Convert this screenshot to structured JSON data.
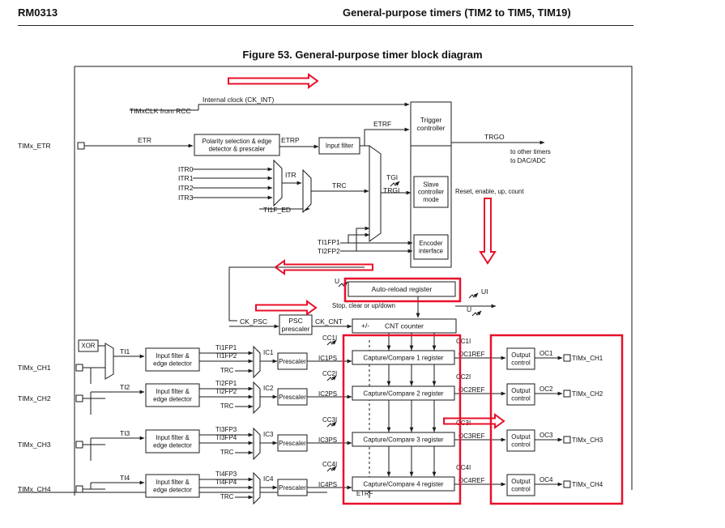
{
  "header": {
    "doc_id": "RM0313",
    "section_title": "General-purpose timers (TIM2 to TIM5, TIM19)"
  },
  "figure": {
    "title": "Figure 53. General-purpose timer block diagram"
  },
  "diagram": {
    "signals": {
      "internal_clock": "Internal clock (CK_INT)",
      "timxclk": "TIMxCLK from RCC",
      "etr_pin": "TIMx_ETR",
      "etr": "ETR",
      "etrp": "ETRP",
      "etrf": "ETRF",
      "trgo": "TRGO",
      "to_other": "to other timers",
      "to_dac": "to DAC/ADC",
      "itr0": "ITR0",
      "itr1": "ITR1",
      "itr2": "ITR2",
      "itr3": "ITR3",
      "itr": "ITR",
      "trc": "TRC",
      "tgi": "TGI",
      "trgi": "TRGI",
      "ti1f_ed": "TI1F_ED",
      "reset": "Reset, enable, up, count",
      "ti1fp1": "TI1FP1",
      "ti2fp2": "TI2FP2",
      "u": "U",
      "ui": "UI",
      "stop": "Stop, clear or up/down",
      "ck_psc": "CK_PSC",
      "ck_cnt": "CK_CNT",
      "etrf_bottom": "ETRF"
    },
    "blocks": {
      "polarity": [
        "Polarity selection & edge",
        "detector & prescaler"
      ],
      "input_filter": "Input filter",
      "trigger": [
        "Trigger",
        "controller"
      ],
      "slave": [
        "Slave",
        "controller",
        "mode"
      ],
      "encoder": [
        "Encoder",
        "interface"
      ],
      "autoreload": "Auto-reload register",
      "psc": [
        "PSC",
        "prescaler"
      ],
      "cnt": "CNT counter",
      "cnt_sign": "+/-",
      "xor": "XOR"
    },
    "channels": [
      {
        "pin": "TIMx_CH1",
        "ti": "TI1",
        "fp_a": "TI1FP1",
        "fp_b": "TI1FP2",
        "trc": "TRC",
        "ic": "IC1",
        "ps": "IC1PS",
        "irq": "CC1I",
        "ref": "OC1REF",
        "oc": "OC1",
        "out": "TIMx_CH1",
        "filter": [
          "Input filter &",
          "edge detector"
        ],
        "prescaler": "Prescaler",
        "capture": "Capture/Compare 1 register",
        "output": [
          "Output",
          "control"
        ]
      },
      {
        "pin": "TIMx_CH2",
        "ti": "TI2",
        "fp_a": "TI2FP1",
        "fp_b": "TI2FP2",
        "trc": "TRC",
        "ic": "IC2",
        "ps": "IC2PS",
        "irq": "CC2I",
        "ref": "OC2REF",
        "oc": "OC2",
        "out": "TIMx_CH2",
        "filter": [
          "Input filter &",
          "edge detector"
        ],
        "prescaler": "Prescaler",
        "capture": "Capture/Compare 2 register",
        "output": [
          "Output",
          "control"
        ]
      },
      {
        "pin": "TIMx_CH3",
        "ti": "TI3",
        "fp_a": "TI3FP3",
        "fp_b": "TI3FP4",
        "trc": "TRC",
        "ic": "IC3",
        "ps": "IC3PS",
        "irq": "CC3I",
        "ref": "OC3REF",
        "oc": "OC3",
        "out": "TIMx_CH3",
        "filter": [
          "Input filter &",
          "edge detector"
        ],
        "prescaler": "Prescaler",
        "capture": "Capture/Compare 3 register",
        "output": [
          "Output",
          "control"
        ]
      },
      {
        "pin": "TIMx_CH4",
        "ti": "TI4",
        "fp_a": "TI4FP3",
        "fp_b": "TI4FP4",
        "trc": "TRC",
        "ic": "IC4",
        "ps": "IC4PS",
        "irq": "CC4I",
        "ref": "OC4REF",
        "oc": "OC4",
        "out": "TIMx_CH4",
        "filter": [
          "Input filter &",
          "edge detector"
        ],
        "prescaler": "Prescaler",
        "capture": "Capture/Compare 4 register",
        "output": [
          "Output",
          "control"
        ]
      }
    ]
  },
  "colors": {
    "annotation": "#e8102a",
    "line": "#1a1a1a"
  }
}
